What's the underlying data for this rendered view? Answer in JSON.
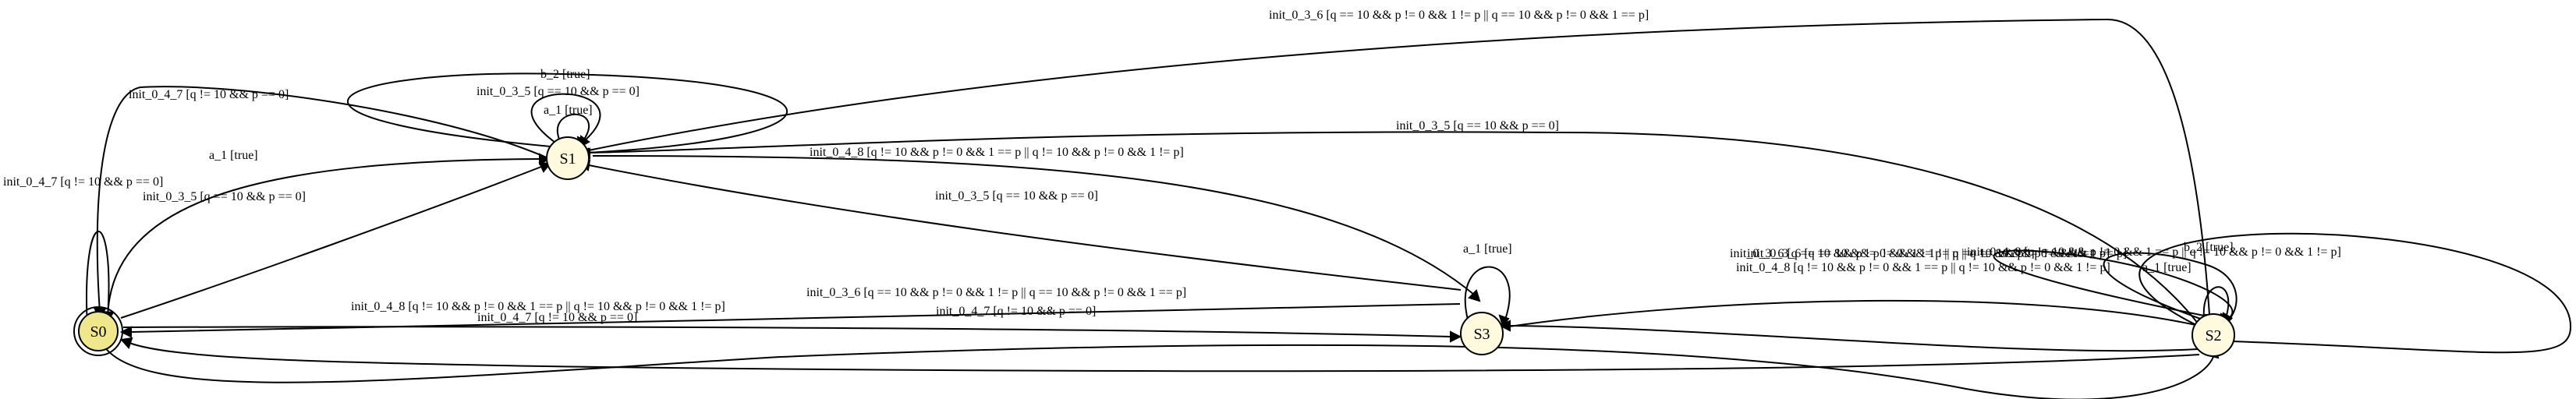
{
  "palette": {
    "initial_fill": "#f0e68c",
    "state_fill": "#fffadd",
    "stroke": "#000000"
  },
  "states": {
    "S0": {
      "label": "S0",
      "initial": true
    },
    "S1": {
      "label": "S1"
    },
    "S2": {
      "label": "S2"
    },
    "S3": {
      "label": "S3"
    }
  },
  "edges": [
    {
      "label": "init_0_4_7 [q != 10 && p == 0]"
    },
    {
      "label": "init_0_4_7 [q != 10 && p == 0]"
    },
    {
      "label": "a_1 [true]"
    },
    {
      "label": "init_0_3_5 [q == 10 && p == 0]"
    },
    {
      "label": "b_2 [true]"
    },
    {
      "label": "init_0_3_5 [q == 10 && p == 0]"
    },
    {
      "label": "a_1 [true]"
    },
    {
      "label": "init_0_4_8 [q != 10 && p != 0 && 1 == p || q != 10 && p != 0 && 1 != p]"
    },
    {
      "label": "init_0_4_7 [q != 10 && p == 0]"
    },
    {
      "label": "init_0_3_5 [q == 10 && p == 0]"
    },
    {
      "label": "init_0_4_8 [q != 10 && p != 0 && 1 == p || q != 10 && p != 0 && 1 != p]"
    },
    {
      "label": "a_1 [true]"
    },
    {
      "label": "init_0_3_6 [q == 10 && p != 0 && 1 != p || q == 10 && p != 0 && 1 == p]"
    },
    {
      "label": "init_0_3_5 [q == 10 && p == 0]"
    },
    {
      "label": "init_0_3_6 [q == 10 && p != 0 && 1 != p || q == 10 && p != 0 && 1 == p]"
    },
    {
      "label": "init_0_4_8 [q != 10 && p != 0 && 1 == p || q != 10 && p != 0 && 1 != p]"
    },
    {
      "label": "init_0_3_6 [q == 10 && p != 0 && 1 != p || q == 10 && p != 0 && 1 == p]"
    },
    {
      "label": "a_1 [true]"
    },
    {
      "label": "init_0_4_8 [q != 10 && p != 0 && 1 == p || q != 10 && p != 0 && 1 != p]"
    },
    {
      "label": "init_0_3_6 [q == 10 && p != 0 && 1 != p || q == 10 && p != 0 && 1 == p]"
    },
    {
      "label": "init_0_4_7 [q != 10 && p == 0]"
    },
    {
      "label": "b_2 [true]"
    }
  ]
}
